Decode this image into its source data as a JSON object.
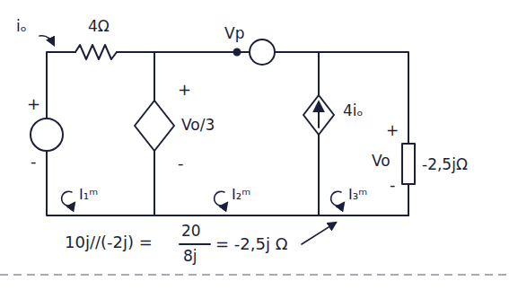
{
  "diagram": {
    "labels": [
      "iₒ",
      "4Ω",
      "Vp",
      "+",
      "-",
      "+",
      "Vo/3",
      "-",
      "4iₒ",
      "+",
      "Vo",
      "-",
      "-2,5jΩ",
      "I₁ᵐ",
      "I₂ᵐ",
      "I₃ᵐ",
      "10j//(-2j) =",
      "20",
      "8j",
      "= -2,5j Ω"
    ]
  }
}
